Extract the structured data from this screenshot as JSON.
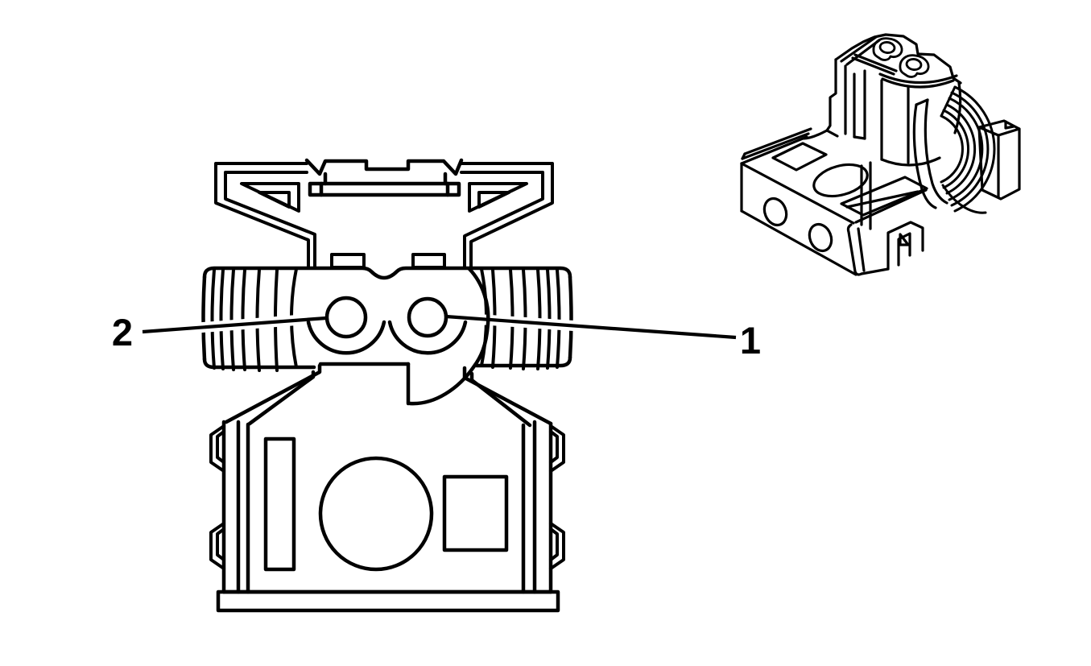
{
  "page": {
    "background_color": "#ffffff",
    "line_color": "#000000"
  },
  "diagram": {
    "type": "technical-line-illustration",
    "description": "Two-terminal electrical connector shown in a straight-on face view (left) and a perspective view (upper right)",
    "views": [
      {
        "id": "front-view",
        "name": "connector face view"
      },
      {
        "id": "perspective-view",
        "name": "connector perspective view"
      }
    ],
    "callouts": [
      {
        "label": "2",
        "points_to": "left terminal cavity"
      },
      {
        "label": "1",
        "points_to": "right terminal cavity"
      }
    ]
  }
}
